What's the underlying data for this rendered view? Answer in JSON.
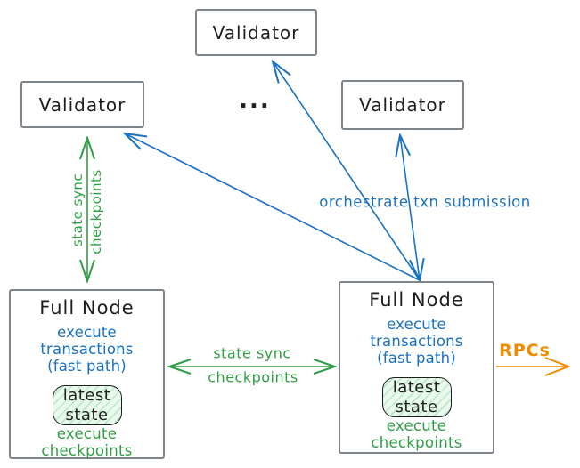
{
  "colors": {
    "green": "#2f9e44",
    "blue": "#1971c2",
    "orange": "#f08c00",
    "box-border": "#7d848b",
    "ink": "#1e1e1e",
    "state-fill": "#eaf8ee",
    "state-hatch": "#b9e9c5"
  },
  "nodes": {
    "validator_top": {
      "label": "Validator"
    },
    "validator_left": {
      "label": "Validator"
    },
    "validator_right": {
      "label": "Validator"
    },
    "ellipsis": "...",
    "full_node_left": {
      "title": "Full Node",
      "role_line1": "execute transactions",
      "role_line2": "(fast path)",
      "state_line1": "latest",
      "state_line2": "state",
      "footer": "execute checkpoints"
    },
    "full_node_right": {
      "title": "Full Node",
      "role_line1": "execute transactions",
      "role_line2": "(fast path)",
      "state_line1": "latest",
      "state_line2": "state",
      "footer": "execute checkpoints"
    }
  },
  "edges": {
    "validator_sync": {
      "line1": "state sync",
      "line2": "checkpoints"
    },
    "fullnode_sync": {
      "line1": "state sync",
      "line2": "checkpoints"
    },
    "orchestrate": {
      "label": "orchestrate txn submission"
    },
    "rpcs": {
      "label": "RPCs"
    }
  }
}
